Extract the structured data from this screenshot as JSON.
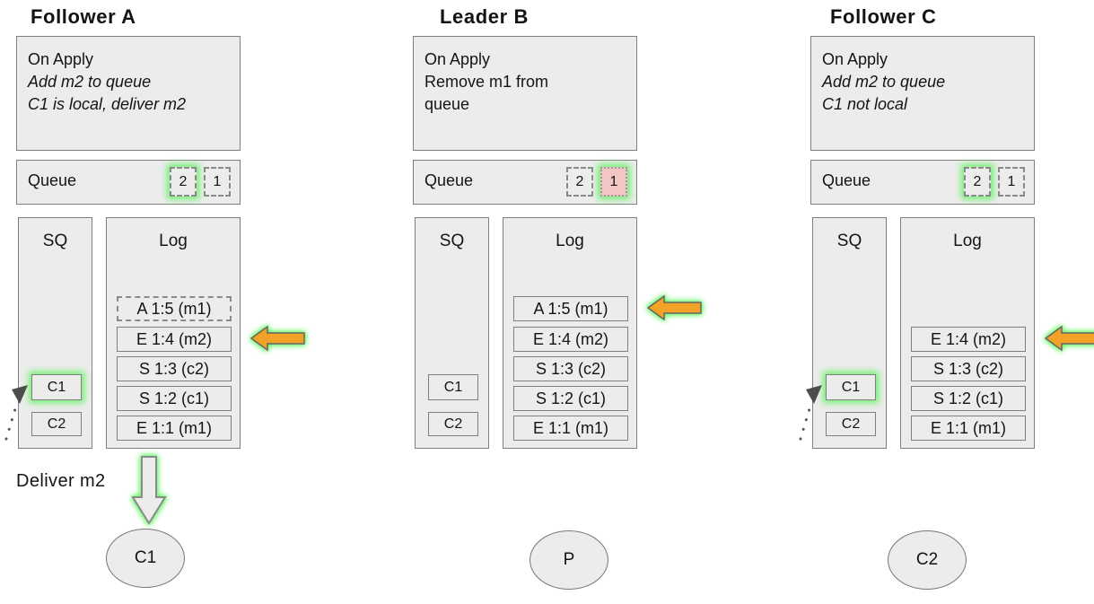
{
  "columns": [
    {
      "title": "Follower A",
      "on_apply_lines": [
        "On Apply",
        "Add m2 to queue",
        "C1 is local, deliver m2"
      ],
      "queue_label": "Queue",
      "queue_items": [
        "2",
        "1"
      ],
      "sq_label": "SQ",
      "sq_items": [
        "C1",
        "C2"
      ],
      "log_label": "Log",
      "log_entries": [
        "A 1:5 (m1)",
        "E 1:4 (m2)",
        "S 1:3 (c2)",
        "S 1:2 (c1)",
        "E 1:1 (m1)"
      ],
      "deliver_label": "Deliver m2",
      "client": "C1"
    },
    {
      "title": "Leader B",
      "on_apply_lines": [
        "On Apply",
        "Remove m1 from",
        "queue"
      ],
      "queue_label": "Queue",
      "queue_items": [
        "2",
        "1"
      ],
      "sq_label": "SQ",
      "sq_items": [
        "C1",
        "C2"
      ],
      "log_label": "Log",
      "log_entries": [
        "A 1:5 (m1)",
        "E 1:4 (m2)",
        "S 1:3 (c2)",
        "S 1:2 (c1)",
        "E 1:1 (m1)"
      ],
      "client": "P"
    },
    {
      "title": "Follower C",
      "on_apply_lines": [
        "On Apply",
        "Add m2 to queue",
        "C1 not local"
      ],
      "queue_label": "Queue",
      "queue_items": [
        "2",
        "1"
      ],
      "sq_label": "SQ",
      "sq_items": [
        "C1",
        "C2"
      ],
      "log_label": "Log",
      "log_entries": [
        "E 1:4 (m2)",
        "S 1:3 (c2)",
        "S 1:2 (c1)",
        "E 1:1 (m1)"
      ],
      "client": "C2"
    }
  ],
  "colors": {
    "box_fill": "#ececec",
    "box_border": "#7f7f7f",
    "highlight_glow": "#6ff26f",
    "arrow_fill": "#f2a227",
    "arrow_stroke": "#666666",
    "removed_item_fill": "#f4c5c5",
    "pointer_fill": "#4d4d4d"
  }
}
